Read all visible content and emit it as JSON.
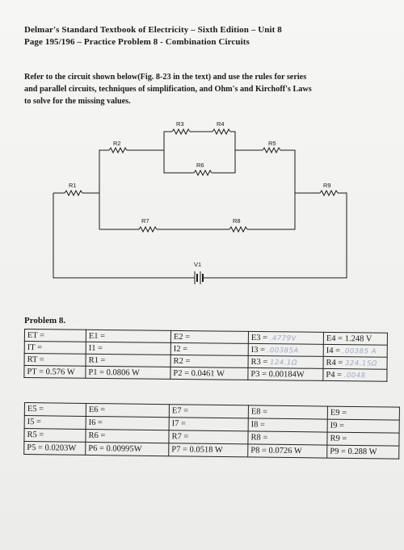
{
  "header": {
    "line1": "Delmar's Standard Textbook of Electricity – Sixth Edition – Unit 8",
    "line2": "Page 195/196 – Practice Problem 8 - Combination Circuits"
  },
  "instructions": [
    "Refer to the circuit shown below(Fig. 8-23 in the text) and use the rules for series",
    "and parallel circuits, techniques of simplification, and Ohm's and Kirchoff's Laws",
    "to solve for the missing values."
  ],
  "circuit": {
    "labels": [
      "R3",
      "R4",
      "R2",
      "R5",
      "R6",
      "R1",
      "R9",
      "R7",
      "R8",
      "V1"
    ]
  },
  "problem_title": "Problem 8.",
  "table1": [
    [
      {
        "label": "ET =",
        "value": ""
      },
      {
        "label": "E1 =",
        "value": ""
      },
      {
        "label": "E2 =",
        "value": ""
      },
      {
        "label": "E3 =",
        "value": ".4779V"
      },
      {
        "label": "E4 = 1.248 V",
        "value": ""
      }
    ],
    [
      {
        "label": "IT =",
        "value": ""
      },
      {
        "label": "I1 =",
        "value": ""
      },
      {
        "label": "I2 =",
        "value": ""
      },
      {
        "label": "I3 =",
        "value": ".00385A"
      },
      {
        "label": "I4 =",
        "value": ".00385 A"
      }
    ],
    [
      {
        "label": "RT =",
        "value": ""
      },
      {
        "label": "R1 =",
        "value": ""
      },
      {
        "label": "R2 =",
        "value": ""
      },
      {
        "label": "R3 =",
        "value": "124.1Ω"
      },
      {
        "label": "R4 =",
        "value": "324.15Ω"
      }
    ],
    [
      {
        "label": "PT = 0.576 W",
        "value": ""
      },
      {
        "label": "P1 = 0.0806 W",
        "value": ""
      },
      {
        "label": "P2 = 0.0461 W",
        "value": ""
      },
      {
        "label": "P3 = 0.00184W",
        "value": ""
      },
      {
        "label": "P4 =",
        "value": ".0048"
      }
    ]
  ],
  "table2": [
    [
      {
        "label": "E5 =",
        "value": ""
      },
      {
        "label": "E6 =",
        "value": ""
      },
      {
        "label": "E7 =",
        "value": ""
      },
      {
        "label": "E8 =",
        "value": ""
      },
      {
        "label": "E9 =",
        "value": ""
      }
    ],
    [
      {
        "label": "I5 =",
        "value": ""
      },
      {
        "label": "I6 =",
        "value": ""
      },
      {
        "label": "I7 =",
        "value": ""
      },
      {
        "label": "I8 =",
        "value": ""
      },
      {
        "label": "I9 =",
        "value": ""
      }
    ],
    [
      {
        "label": "R5 =",
        "value": ""
      },
      {
        "label": "R6 =",
        "value": ""
      },
      {
        "label": "R7 =",
        "value": ""
      },
      {
        "label": "R8 =",
        "value": ""
      },
      {
        "label": "R9 =",
        "value": ""
      }
    ],
    [
      {
        "label": "P5 = 0.0203W",
        "value": ""
      },
      {
        "label": "P6 = 0.00995W",
        "value": ""
      },
      {
        "label": "P7 = 0.0518 W",
        "value": ""
      },
      {
        "label": "P8 = 0.0726 W",
        "value": ""
      },
      {
        "label": "P9 = 0.288 W",
        "value": ""
      }
    ]
  ]
}
